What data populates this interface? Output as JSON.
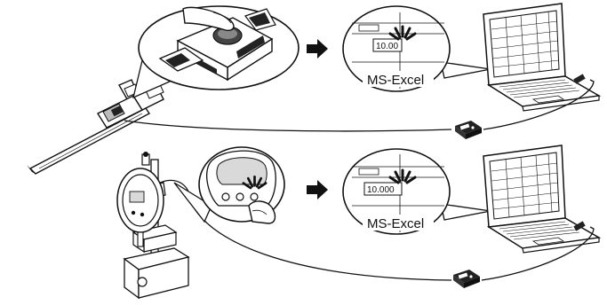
{
  "panels": [
    {
      "id": "caliper",
      "callout_reading": "10.00",
      "callout_app": "MS-Excel"
    },
    {
      "id": "dial-indicator",
      "callout_reading": "10.000",
      "callout_app": "MS-Excel"
    }
  ],
  "colors": {
    "line": "#111111",
    "screen_fill": "#d9d9d9",
    "dark_part": "#222222"
  },
  "icons": [
    "arrow-right-icon",
    "press-burst-icon",
    "laptop-icon",
    "usb-input-tool-icon",
    "finger-icon"
  ]
}
